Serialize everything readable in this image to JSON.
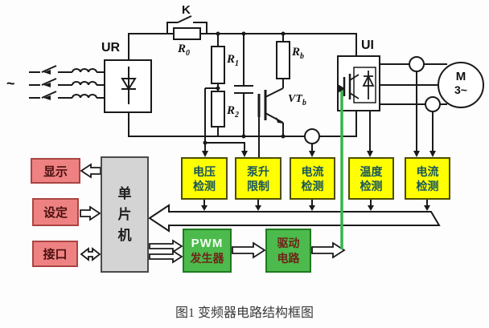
{
  "caption": "图1 变频器电路结构框图",
  "circuit": {
    "ac_source_label": "~",
    "rectifier_label": "UR",
    "inverter_label": "UI",
    "brake_switch_label": "K",
    "resistors": {
      "r0": {
        "base": "R",
        "sub": "0"
      },
      "r1": {
        "base": "R",
        "sub": "1"
      },
      "r2": {
        "base": "R",
        "sub": "2"
      },
      "rb": {
        "base": "R",
        "sub": "b"
      }
    },
    "transistor": {
      "base": "VT",
      "sub": "b"
    },
    "motor": {
      "line1": "M",
      "line2": "3~"
    }
  },
  "blocks": {
    "detection": [
      {
        "line1": "电压",
        "line2": "检测"
      },
      {
        "line1": "泵升",
        "line2": "限制"
      },
      {
        "line1": "电流",
        "line2": "检测"
      },
      {
        "line1": "温度",
        "line2": "检测"
      },
      {
        "line1": "电流",
        "line2": "检测"
      }
    ],
    "mcu_label": "单片机",
    "io": [
      {
        "label": "显示"
      },
      {
        "label": "设定"
      },
      {
        "label": "接口"
      }
    ],
    "pwm": {
      "line1": "PWM",
      "line2": "发生器"
    },
    "driver": {
      "line1": "驱动",
      "line2": "电路"
    }
  },
  "colors": {
    "wire": "#1a1a1a",
    "detection_fill": "#ffff00",
    "io_fill": "#ee8282",
    "mcu_fill": "#d4d4d4",
    "pwm_fill": "#4cba4c",
    "gate_signal_line": "#38b44a"
  }
}
